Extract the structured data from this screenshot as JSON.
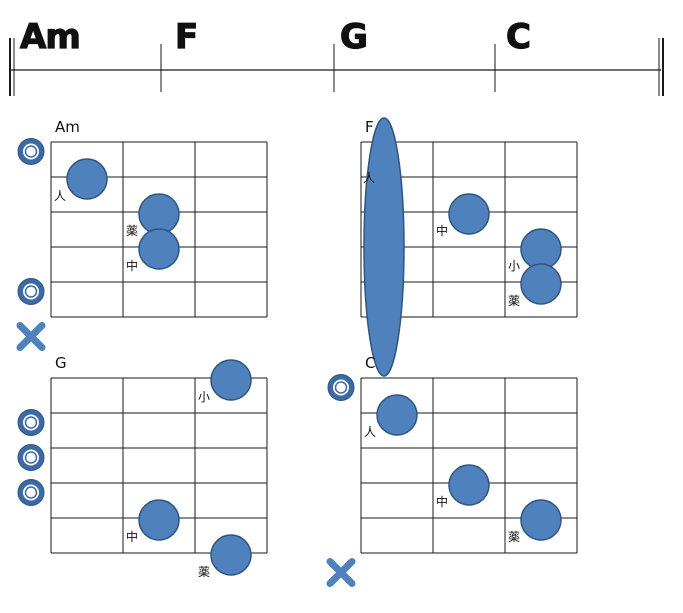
{
  "colors": {
    "dot_fill": "#4f81bd",
    "dot_stroke": "#2f5580",
    "grid_line": "#1a1a1a",
    "staff_line": "#1a1a1a",
    "open_ring": "#3b6aa6",
    "mute_x": "#4f81bd"
  },
  "icons": {
    "open_string": "open-string-circle-icon",
    "muted_string": "muted-string-x-icon",
    "finger": "finger-dot-icon",
    "barre": "barre-bar-icon"
  },
  "progression": [
    {
      "name": "Am"
    },
    {
      "name": "F"
    },
    {
      "name": "G"
    },
    {
      "name": "C"
    }
  ],
  "diagrams": [
    {
      "name": "Am",
      "fingers": [
        {
          "string": 2,
          "fret": 1,
          "label": "人"
        },
        {
          "string": 3,
          "fret": 2,
          "label": "薬"
        },
        {
          "string": 4,
          "fret": 2,
          "label": "中"
        }
      ],
      "open": [
        1,
        5
      ],
      "muted": [
        6
      ],
      "barre": null
    },
    {
      "name": "F",
      "fingers": [
        {
          "string": 3,
          "fret": 2,
          "label": "中"
        },
        {
          "string": 4,
          "fret": 3,
          "label": "小"
        },
        {
          "string": 5,
          "fret": 3,
          "label": "薬"
        }
      ],
      "open": [],
      "muted": [],
      "barre": {
        "fret": 1,
        "from_string": 1,
        "to_string": 6,
        "label": "人"
      }
    },
    {
      "name": "G",
      "fingers": [
        {
          "string": 1,
          "fret": 3,
          "label": "小"
        },
        {
          "string": 5,
          "fret": 2,
          "label": "中"
        },
        {
          "string": 6,
          "fret": 3,
          "label": "薬"
        }
      ],
      "open": [
        2,
        3,
        4
      ],
      "muted": [],
      "barre": null
    },
    {
      "name": "C",
      "fingers": [
        {
          "string": 2,
          "fret": 1,
          "label": "人"
        },
        {
          "string": 4,
          "fret": 2,
          "label": "中"
        },
        {
          "string": 5,
          "fret": 3,
          "label": "薬"
        }
      ],
      "open": [
        1
      ],
      "muted": [
        6
      ],
      "barre": null
    }
  ]
}
